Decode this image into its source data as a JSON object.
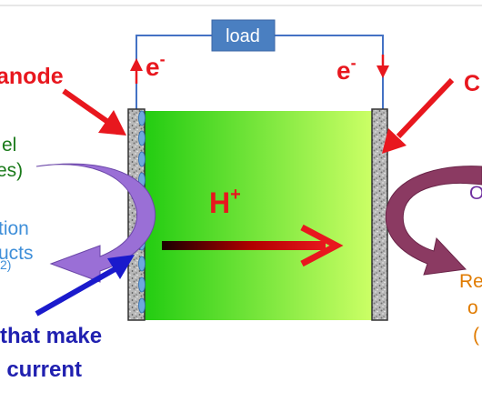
{
  "load_label": "load",
  "electron_left": "e",
  "electron_right": "e",
  "electron_superscript": "-",
  "anode_label": "anode",
  "cathode_label": "C",
  "ion_label": "H",
  "ion_superscript": "+",
  "fuel_label": {
    "line1": "el",
    "line2": "es)"
  },
  "reaction_products_label": {
    "line1": "tion",
    "line2": "ucts",
    "line3": "2)"
  },
  "catalyst_label": {
    "line1": "that make",
    "line2": "l current"
  },
  "oxidant_label": "O",
  "right_products_label": {
    "line1": "Re",
    "line2": "o",
    "line3": "("
  },
  "colors": {
    "wire": "#4472c4",
    "load_box": "#4a7fc1",
    "red": "#e8171e",
    "electrolyte_light": "#ccff66",
    "electrolyte_dark": "#22cc11",
    "fuel_arrow": "#9a6fd6",
    "blue_arrow": "#1a1acc",
    "fuel_text": "#1a7a1a",
    "products_text": "#3f8fd9",
    "catalyst_text": "#2020b0",
    "oxidant_arrow": "#8b3a62",
    "oxidant_text": "#7030a0",
    "right_products_text": "#e07b00"
  }
}
